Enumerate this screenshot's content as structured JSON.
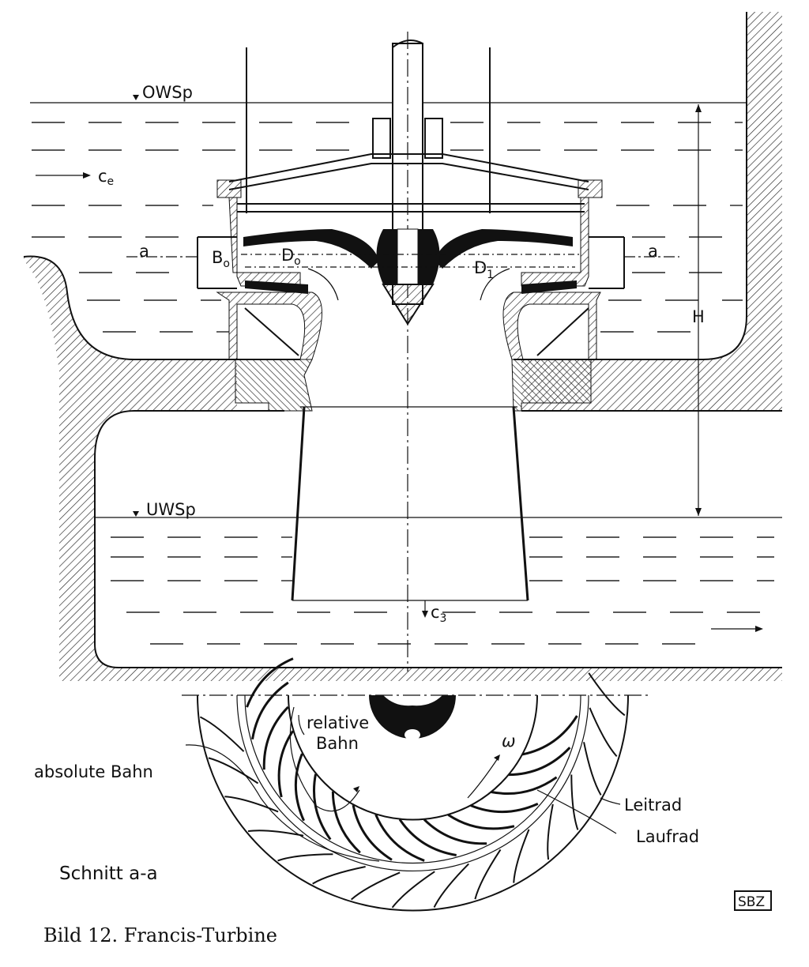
{
  "figure": {
    "caption": "Bild 12.  Francis-Turbine",
    "publisher_mark": "SBZ"
  },
  "labels": {
    "upper_water_level": "OWSp",
    "lower_water_level": "UWSp",
    "inflow_velocity": "c",
    "inflow_velocity_sub": "e",
    "outflow_velocity": "c",
    "outflow_velocity_sub": "3",
    "section_left": "a",
    "section_right": "a",
    "guide_width": "B",
    "guide_width_sub": "o",
    "inlet_diameter": "D",
    "inlet_diameter_sub": "o",
    "runner_diameter": "D",
    "runner_diameter_sub": "1",
    "head": "H",
    "relative_path_1": "relative",
    "relative_path_2": "Bahn",
    "absolute_path": "absolute Bahn",
    "angular_velocity": "ω",
    "guide_wheel": "Leitrad",
    "runner_wheel": "Laufrad",
    "section_title": "Schnitt a-a"
  },
  "colors": {
    "ink": "#111111",
    "paper": "#ffffff"
  }
}
